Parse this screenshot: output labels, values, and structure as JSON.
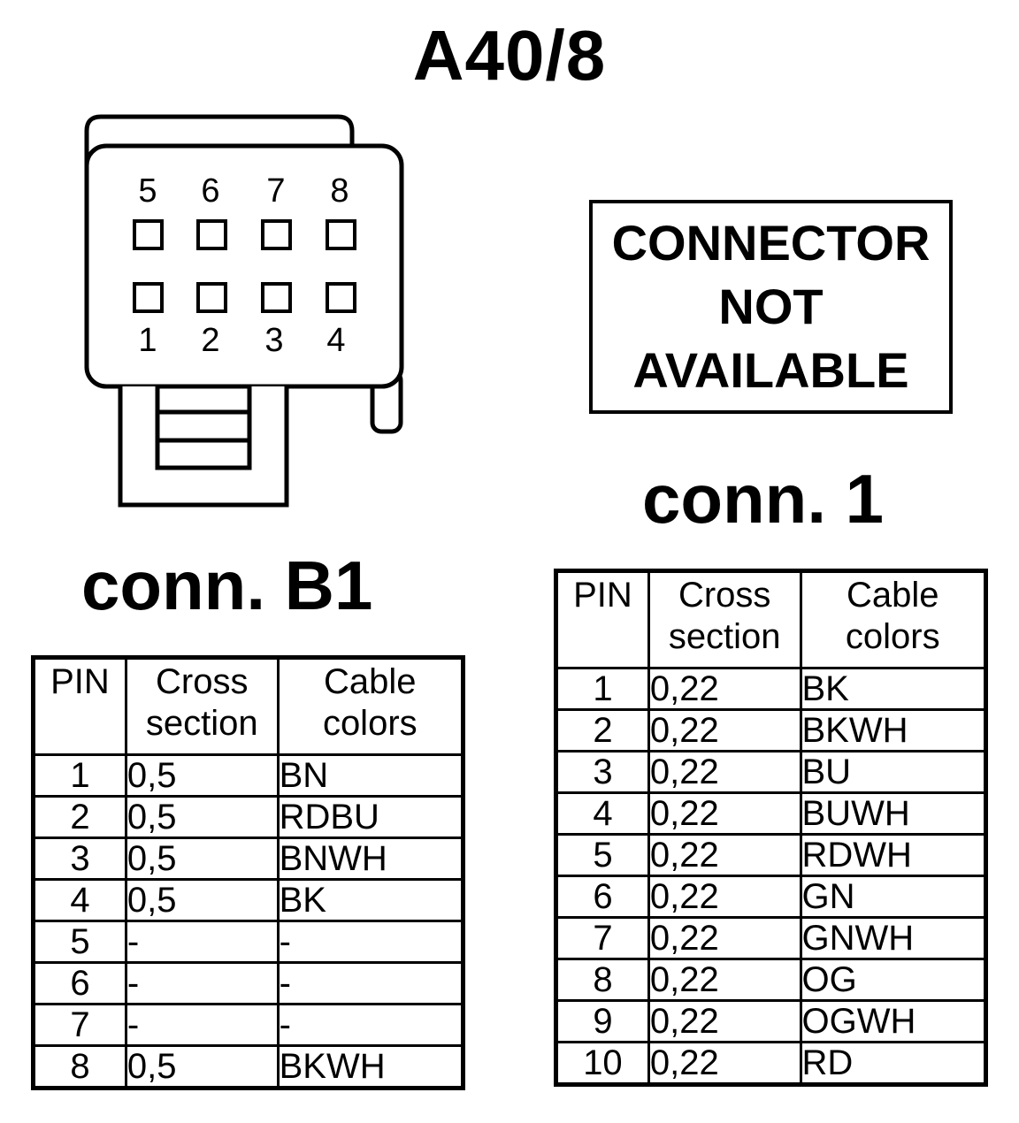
{
  "title": "A40/8",
  "connector_diagram": {
    "top_pin_labels": [
      "5",
      "6",
      "7",
      "8"
    ],
    "bottom_pin_labels": [
      "1",
      "2",
      "3",
      "4"
    ]
  },
  "not_available": {
    "line1": "CONNECTOR",
    "line2": "NOT",
    "line3": "AVAILABLE"
  },
  "conn_b1": {
    "title": "conn. B1",
    "headers": {
      "pin": "PIN",
      "cross_line1": "Cross",
      "cross_line2": "section",
      "cable_line1": "Cable",
      "cable_line2": "colors"
    },
    "rows": [
      {
        "pin": "1",
        "cross": "0,5",
        "color": "BN"
      },
      {
        "pin": "2",
        "cross": "0,5",
        "color": "RDBU"
      },
      {
        "pin": "3",
        "cross": "0,5",
        "color": "BNWH"
      },
      {
        "pin": "4",
        "cross": "0,5",
        "color": "BK"
      },
      {
        "pin": "5",
        "cross": "-",
        "color": "-"
      },
      {
        "pin": "6",
        "cross": "-",
        "color": "-"
      },
      {
        "pin": "7",
        "cross": "-",
        "color": "-"
      },
      {
        "pin": "8",
        "cross": "0,5",
        "color": "BKWH"
      }
    ]
  },
  "conn_1": {
    "title": "conn. 1",
    "headers": {
      "pin": "PIN",
      "cross_line1": "Cross",
      "cross_line2": "section",
      "cable_line1": "Cable",
      "cable_line2": "colors"
    },
    "rows": [
      {
        "pin": "1",
        "cross": "0,22",
        "color": "BK"
      },
      {
        "pin": "2",
        "cross": "0,22",
        "color": "BKWH"
      },
      {
        "pin": "3",
        "cross": "0,22",
        "color": "BU"
      },
      {
        "pin": "4",
        "cross": "0,22",
        "color": "BUWH"
      },
      {
        "pin": "5",
        "cross": "0,22",
        "color": "RDWH"
      },
      {
        "pin": "6",
        "cross": "0,22",
        "color": "GN"
      },
      {
        "pin": "7",
        "cross": "0,22",
        "color": "GNWH"
      },
      {
        "pin": "8",
        "cross": "0,22",
        "color": "OG"
      },
      {
        "pin": "9",
        "cross": "0,22",
        "color": "OGWH"
      },
      {
        "pin": "10",
        "cross": "0,22",
        "color": "RD"
      }
    ]
  }
}
